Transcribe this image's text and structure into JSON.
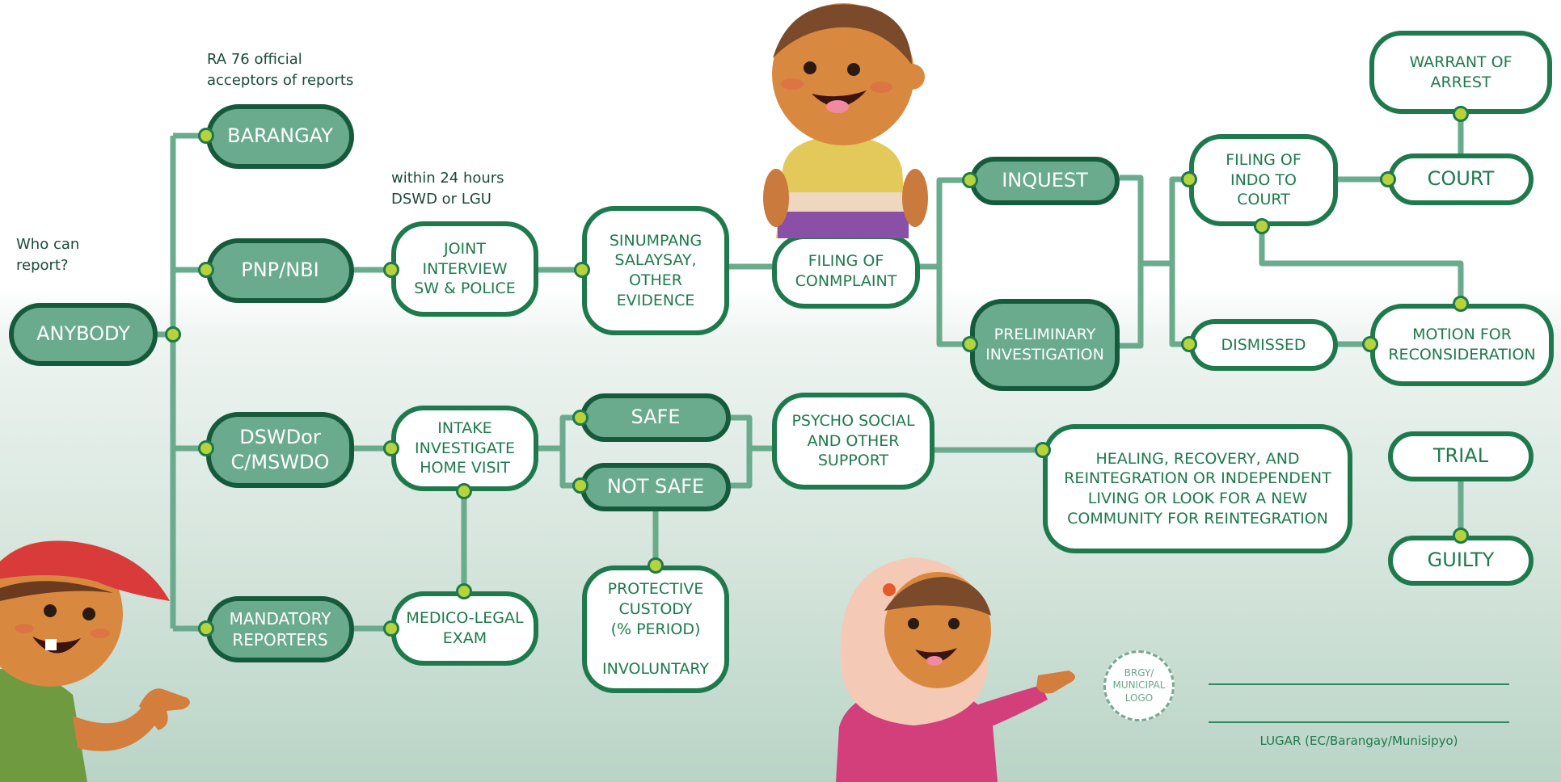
{
  "labels": {
    "who_can_report": "Who can\nreport?",
    "ra76": "RA 76 official\nacceptors of reports",
    "within24": "within 24 hours\nDSWD or LGU"
  },
  "nodes": {
    "anybody": [
      "ANYBODY"
    ],
    "barangay": [
      "BARANGAY"
    ],
    "pnp_nbi": [
      "PNP/NBI"
    ],
    "dswd": [
      "DSWDor",
      "C/MSWDO"
    ],
    "mandatory": [
      "MANDATORY",
      "REPORTERS"
    ],
    "joint_interview": [
      "JOINT",
      "INTERVIEW",
      "SW & POLICE"
    ],
    "sinumpang": [
      "SINUMPANG",
      "SALAYSAY,",
      "OTHER",
      "EVIDENCE"
    ],
    "filing_complaint": [
      "FILING OF",
      "CONMPLAINT"
    ],
    "inquest": [
      "INQUEST"
    ],
    "preliminary": [
      "PRELIMINARY",
      "INVESTIGATION"
    ],
    "filing_indo": [
      "FILING OF",
      "INDO TO",
      "COURT"
    ],
    "dismissed": [
      "DISMISSED"
    ],
    "warrant": [
      "WARRANT OF",
      "ARREST"
    ],
    "court": [
      "COURT"
    ],
    "motion": [
      "MOTION FOR",
      "RECONSIDERATION"
    ],
    "intake": [
      "INTAKE",
      "INVESTIGATE",
      "HOME VISIT"
    ],
    "medico": [
      "MEDICO-LEGAL",
      "EXAM"
    ],
    "safe": [
      "SAFE"
    ],
    "not_safe": [
      "NOT SAFE"
    ],
    "protective": [
      "PROTECTIVE",
      "CUSTODY",
      "(% PERIOD)",
      "",
      "INVOLUNTARY"
    ],
    "psycho": [
      "PSYCHO SOCIAL",
      "AND OTHER",
      "SUPPORT"
    ],
    "healing": [
      "HEALING, RECOVERY, AND",
      "REINTEGRATION OR INDEPENDENT",
      "LIVING OR LOOK FOR A NEW",
      "COMMUNITY FOR REINTEGRATION"
    ],
    "trial": [
      "TRIAL"
    ],
    "guilty": [
      "GUILTY"
    ]
  },
  "footer": {
    "logo_text": "BRGY/\nMUNICIPAL\nLOGO",
    "lugar": "LUGAR (EC/Barangay/Munisipyo)"
  },
  "colors": {
    "dark_green": "#155a3b",
    "fill_green": "#6aab8d",
    "text_green": "#1e7a4c",
    "connector": "#6aab8d",
    "dot": "#b6d33b"
  }
}
